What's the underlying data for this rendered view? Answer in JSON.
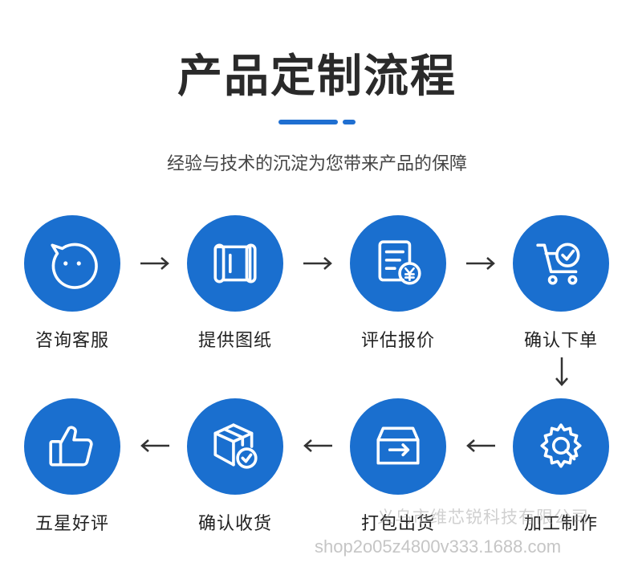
{
  "title": "产品定制流程",
  "subtitle": "经验与技术的沉淀为您带来产品的保障",
  "accent_color": "#1a6fcf",
  "steps": [
    {
      "label": "咨询客服",
      "icon": "chat-face-icon"
    },
    {
      "label": "提供图纸",
      "icon": "blueprint-scroll-icon"
    },
    {
      "label": "评估报价",
      "icon": "document-yen-icon"
    },
    {
      "label": "确认下单",
      "icon": "cart-check-icon"
    },
    {
      "label": "加工制作",
      "icon": "gear-wrench-icon"
    },
    {
      "label": "打包出货",
      "icon": "inbox-tray-icon"
    },
    {
      "label": "确认收货",
      "icon": "package-check-icon"
    },
    {
      "label": "五星好评",
      "icon": "thumbs-up-icon"
    }
  ],
  "watermark": {
    "company": "义乌市维芯锐科技有限公司",
    "url": "shop2o05z4800v333.1688.com"
  }
}
